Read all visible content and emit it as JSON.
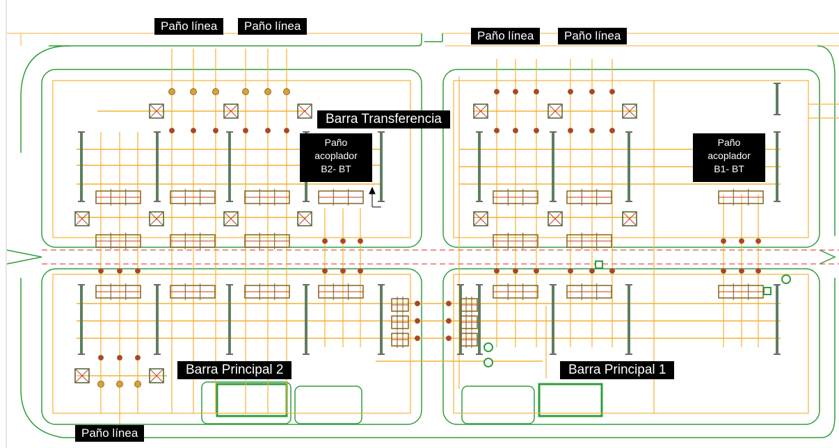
{
  "labels": {
    "pano_linea": "Paño línea",
    "barra_transferencia": "Barra Transferencia",
    "barra_principal_2": "Barra Principal 2",
    "barra_principal_1": "Barra Principal 1",
    "acoplador_b2_bt": [
      "Paño",
      "acoplador",
      "B2- BT"
    ],
    "acoplador_b1_bt": [
      "Paño",
      "acoplador",
      "B1- BT"
    ]
  },
  "colors": {
    "background": "#ffffff",
    "road_outline": "#2e9d3c",
    "bus_conductor": "#f2b233",
    "equipment": "#8a6a2a",
    "equipment_red": "#c0392b",
    "fence_dashed": "#e05050",
    "label_bg": "#000000",
    "label_text": "#ffffff"
  }
}
